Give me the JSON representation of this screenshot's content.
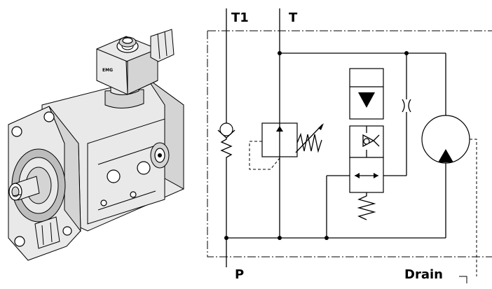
{
  "ports": {
    "t1": "T1",
    "t": "T",
    "p": "P",
    "drain": "Drain"
  }
}
